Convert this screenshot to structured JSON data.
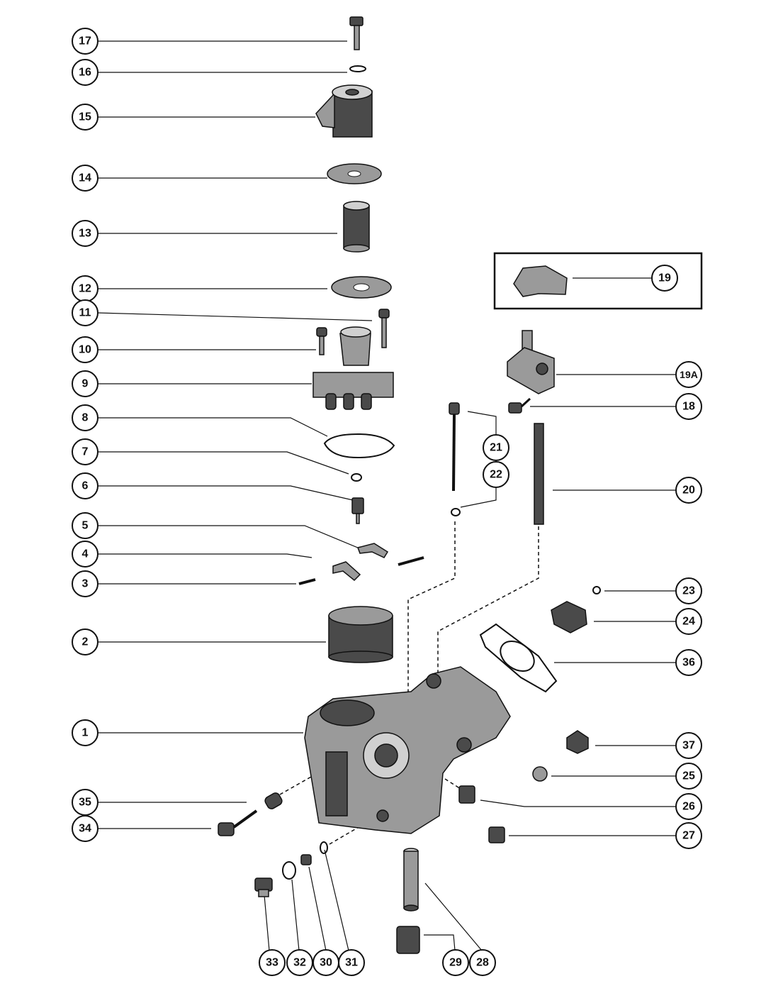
{
  "diagram": {
    "callouts": [
      {
        "id": "17",
        "label": "17"
      },
      {
        "id": "16",
        "label": "16"
      },
      {
        "id": "15",
        "label": "15"
      },
      {
        "id": "14",
        "label": "14"
      },
      {
        "id": "13",
        "label": "13"
      },
      {
        "id": "12",
        "label": "12"
      },
      {
        "id": "11",
        "label": "11"
      },
      {
        "id": "10",
        "label": "10"
      },
      {
        "id": "9",
        "label": "9"
      },
      {
        "id": "8",
        "label": "8"
      },
      {
        "id": "7",
        "label": "7"
      },
      {
        "id": "6",
        "label": "6"
      },
      {
        "id": "5",
        "label": "5"
      },
      {
        "id": "4",
        "label": "4"
      },
      {
        "id": "3",
        "label": "3"
      },
      {
        "id": "2",
        "label": "2"
      },
      {
        "id": "1",
        "label": "1"
      },
      {
        "id": "35",
        "label": "35"
      },
      {
        "id": "34",
        "label": "34"
      },
      {
        "id": "19",
        "label": "19"
      },
      {
        "id": "19A",
        "label": "19A"
      },
      {
        "id": "18",
        "label": "18"
      },
      {
        "id": "21",
        "label": "21"
      },
      {
        "id": "22",
        "label": "22"
      },
      {
        "id": "20",
        "label": "20"
      },
      {
        "id": "23",
        "label": "23"
      },
      {
        "id": "24",
        "label": "24"
      },
      {
        "id": "36",
        "label": "36"
      },
      {
        "id": "37",
        "label": "37"
      },
      {
        "id": "25",
        "label": "25"
      },
      {
        "id": "26",
        "label": "26"
      },
      {
        "id": "27",
        "label": "27"
      },
      {
        "id": "33",
        "label": "33"
      },
      {
        "id": "32",
        "label": "32"
      },
      {
        "id": "30",
        "label": "30"
      },
      {
        "id": "31",
        "label": "31"
      },
      {
        "id": "29",
        "label": "29"
      },
      {
        "id": "28",
        "label": "28"
      }
    ]
  }
}
